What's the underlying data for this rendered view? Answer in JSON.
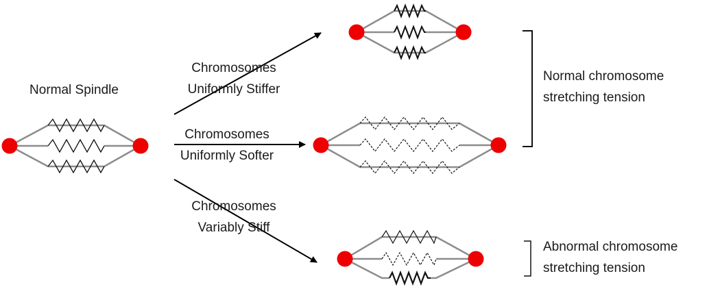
{
  "title": "Normal Spindle",
  "pathways": {
    "stiffer": {
      "line1": "Chromosomes",
      "line2": "Uniformly Stiffer"
    },
    "softer": {
      "line1": "Chromosomes",
      "line2": "Uniformly Softer"
    },
    "variable": {
      "line1": "Chromosomes",
      "line2": "Variably Stiff"
    }
  },
  "outcomes": {
    "normal": {
      "line1": "Normal chromosome",
      "line2": "stretching tension"
    },
    "abnormal": {
      "line1": "Abnormal chromosome",
      "line2": "stretching tension"
    }
  },
  "colors": {
    "pole": "#ee0000",
    "spindle": "#8c8c8c",
    "spring": "#111111",
    "arrow": "#000000",
    "text": "#1a1a1a",
    "bracket": "#111111"
  }
}
